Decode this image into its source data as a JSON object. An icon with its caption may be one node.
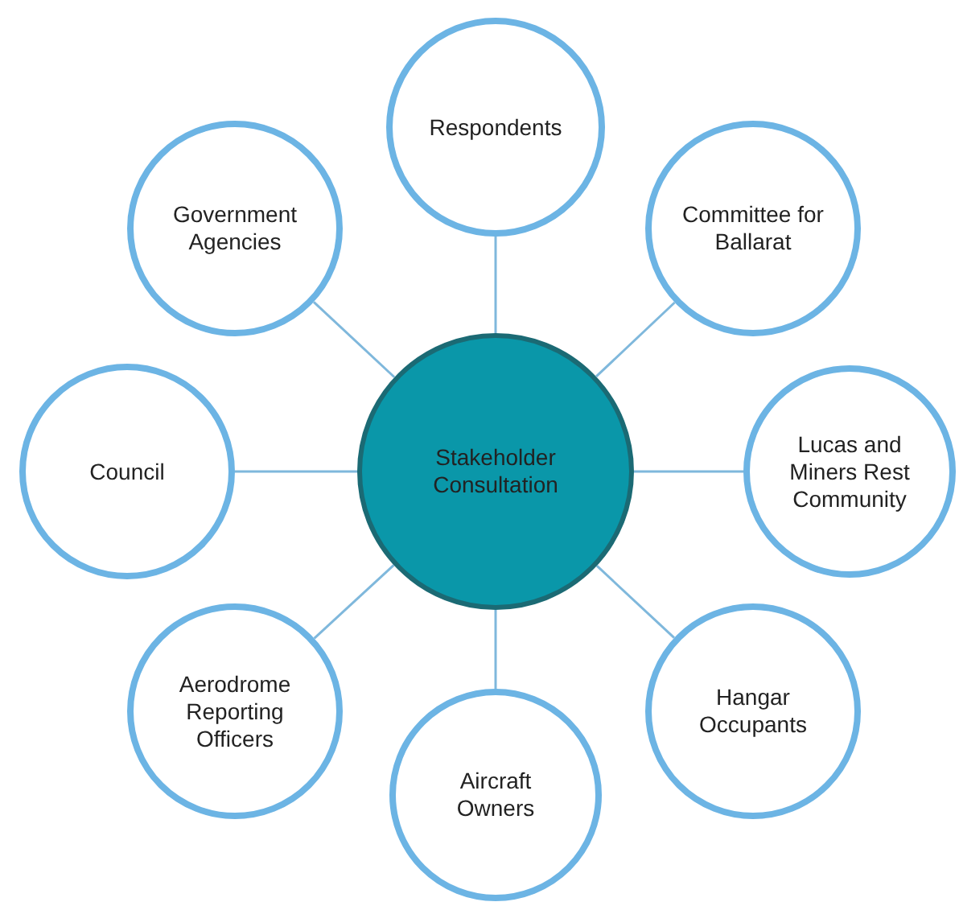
{
  "diagram": {
    "nodes": [
      {
        "text": [
          "Respondents"
        ]
      },
      {
        "text": [
          "Government Agencies"
        ]
      },
      {
        "text": [
          "Committee for Ballarat"
        ]
      },
      {
        "text": [
          "Council"
        ]
      },
      {
        "text": [
          "Stakeholder Consultation"
        ]
      },
      {
        "text": [
          "Lucas and Miners Rest Community"
        ]
      },
      {
        "text": [
          "Aerodrome Reporting Officers"
        ]
      },
      {
        "text": [
          "Hangar Occupants"
        ]
      },
      {
        "text": [
          "Aircraft Owners"
        ]
      }
    ],
    "edges": [
      {
        "from": 4,
        "to": 0,
        "arrow": "none"
      },
      {
        "from": 4,
        "to": 1,
        "arrow": "none"
      },
      {
        "from": 4,
        "to": 2,
        "arrow": "none"
      },
      {
        "from": 4,
        "to": 3,
        "arrow": "none"
      },
      {
        "from": 4,
        "to": 5,
        "arrow": "none"
      },
      {
        "from": 4,
        "to": 6,
        "arrow": "none"
      },
      {
        "from": 4,
        "to": 7,
        "arrow": "none"
      },
      {
        "from": 4,
        "to": 8,
        "arrow": "none"
      }
    ]
  }
}
